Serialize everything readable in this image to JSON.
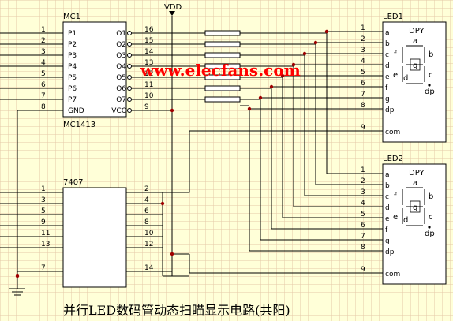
{
  "vdd_label": "VDD",
  "watermark": "www.elecfans.com",
  "caption": "并行LED数码管动态扫瞄显示电路(共阳)",
  "mc1": {
    "title": "MC1",
    "part": "MC1413",
    "left_pins": [
      {
        "num": "1",
        "name": "P1"
      },
      {
        "num": "2",
        "name": "P2"
      },
      {
        "num": "3",
        "name": "P3"
      },
      {
        "num": "4",
        "name": "P4"
      },
      {
        "num": "5",
        "name": "P5"
      },
      {
        "num": "6",
        "name": "P6"
      },
      {
        "num": "7",
        "name": "P7"
      },
      {
        "num": "8",
        "name": "GND"
      }
    ],
    "right_pins": [
      {
        "num": "16",
        "name": "O1"
      },
      {
        "num": "15",
        "name": "O2"
      },
      {
        "num": "14",
        "name": "O3"
      },
      {
        "num": "13",
        "name": "O4"
      },
      {
        "num": "12",
        "name": "O5"
      },
      {
        "num": "11",
        "name": "O6"
      },
      {
        "num": "10",
        "name": "O7"
      },
      {
        "num": "9",
        "name": "VCC"
      }
    ]
  },
  "ic7407": {
    "title": "7407",
    "left_pins": [
      "1",
      "3",
      "5",
      "9",
      "11",
      "13",
      "7"
    ],
    "right_pins": [
      "2",
      "4",
      "6",
      "8",
      "10",
      "12",
      "14"
    ]
  },
  "led1": {
    "title": "LED1",
    "part": "DPY",
    "pin_nums": [
      "1",
      "2",
      "3",
      "4",
      "5",
      "6",
      "7",
      "8",
      "9"
    ],
    "pin_names": [
      "a",
      "b",
      "c",
      "d",
      "e",
      "f",
      "g",
      "dp",
      "com"
    ]
  },
  "led2": {
    "title": "LED2",
    "part": "DPY",
    "pin_nums": [
      "1",
      "2",
      "3",
      "4",
      "5",
      "6",
      "7",
      "8",
      "9"
    ],
    "pin_names": [
      "a",
      "b",
      "c",
      "d",
      "e",
      "f",
      "g",
      "dp",
      "com"
    ]
  },
  "segment_labels": {
    "a": "a",
    "b": "b",
    "c": "c",
    "d": "d",
    "e": "e",
    "f": "f",
    "g": "g",
    "dp": "dp"
  }
}
